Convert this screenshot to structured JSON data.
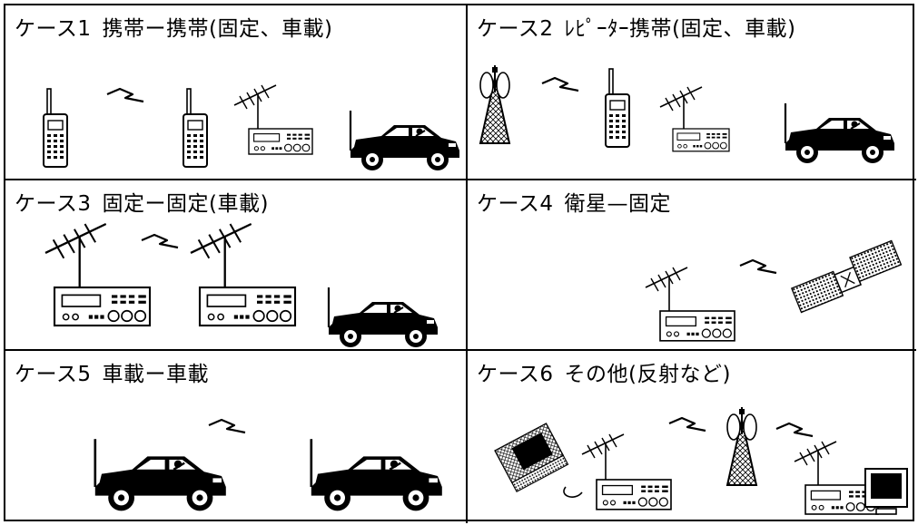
{
  "cases": [
    {
      "case_label": "ケース1",
      "description": "携帯ー携帯(固定、車載)"
    },
    {
      "case_label": "ケース2",
      "description": "ﾚﾋﾟｰﾀｰ携帯(固定、車載)"
    },
    {
      "case_label": "ケース3",
      "description": "固定ー固定(車載)"
    },
    {
      "case_label": "ケース4",
      "description": "衛星—固定"
    },
    {
      "case_label": "ケース5",
      "description": "車載ー車載"
    },
    {
      "case_label": "ケース6",
      "description": "その他(反射など)"
    }
  ],
  "icons": {
    "handheld": "handheld-radio-icon",
    "base_station": "base-station-radio-icon",
    "car": "car-radio-icon",
    "repeater": "repeater-tower-icon",
    "satellite": "satellite-icon",
    "laptop": "laptop-icon",
    "monitor": "computer-monitor-icon",
    "signal": "radio-wave-icon"
  },
  "colors": {
    "line": "#000000",
    "background": "#ffffff"
  }
}
